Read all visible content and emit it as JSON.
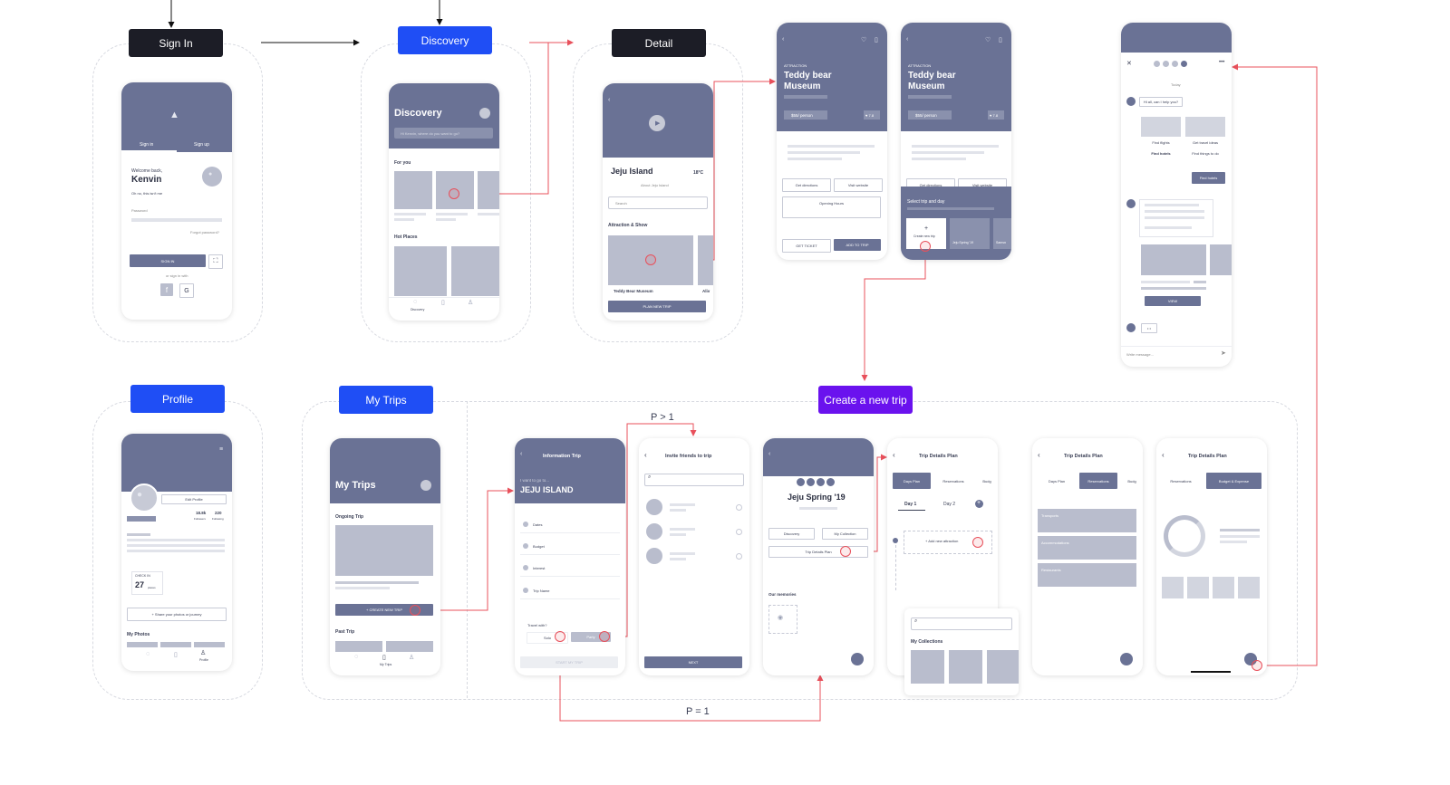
{
  "labels": {
    "signin": "Sign In",
    "discovery": "Discovery",
    "detail": "Detail",
    "profile": "Profile",
    "mytrips": "My Trips",
    "create": "Create a new trip"
  },
  "flow": {
    "p_gt": "P > 1",
    "p_eq": "P = 1"
  },
  "signin": {
    "tab_signin": "Sign in",
    "tab_signup": "Sign up",
    "welcome": "Welcome back,",
    "name": "Kenvin",
    "not_me": "Oh no, this isn't me",
    "password": "Password",
    "forgot": "Forgot password?",
    "button": "SIGN IN",
    "or": "or sign in with",
    "fb": "f",
    "g": "G"
  },
  "discovery": {
    "title": "Discovery",
    "search": "Hi Kenvin, where do you want to go?",
    "for_you": "For you",
    "hot": "Hot Places",
    "nav": "Discovery"
  },
  "detail": {
    "title": "Jeju Island",
    "temp": "18°C",
    "about": "About Jeju Island",
    "search": "Search",
    "section": "Attraction & Show",
    "card1": "Teddy Bear Museum",
    "card2": "Aliv",
    "button": "PLAN NEW TRIP"
  },
  "attraction": {
    "tag": "ATTRACTION",
    "title1": "Teddy bear",
    "title2": "Museum",
    "price": "$55/ person",
    "rating": "♥ 7.8",
    "directions": "Get directions",
    "website": "Visit website",
    "hours": "Opening Hours",
    "ticket": "GET TICKET",
    "add": "ADD TO TRIP",
    "select": "Select trip and day",
    "create": "Create new trip",
    "trip1": "Jeju Spring '19",
    "trip2": "Samsn"
  },
  "chat": {
    "today": "Today",
    "msg1": "Hi all, can I help you?",
    "opt1": "Find flights",
    "opt2": "Find hotels",
    "opt3": "Get travel ideas",
    "opt4": "Find things to do",
    "reply": "Find hotels",
    "more": "• •",
    "input": "Write message...",
    "btn": "VIEW"
  },
  "profile": {
    "edit": "Edit Profile",
    "followers_n": "18.8k",
    "followers": "Followers",
    "following_n": "220",
    "following": "Following",
    "checkin": "CHECK IN",
    "checkin_n": "27",
    "places": "places",
    "share": "+ Share your photos or journey",
    "photos": "My Photos",
    "nav": "Profile"
  },
  "mytrips": {
    "title": "My Trips",
    "ongoing": "Ongoing Trip",
    "create": "+ CREATE NEW TRIP",
    "past": "Past Trip",
    "nav": "My Trips"
  },
  "info": {
    "title": "Information Trip",
    "want": "I want to go to...",
    "dest": "JEJU ISLAND",
    "f1": "Dates",
    "f2": "Budget",
    "f3": "Interest",
    "f4": "Trip Name",
    "travel": "Travel with?",
    "solo": "Solo",
    "party": "Party",
    "start": "START MY TRIP"
  },
  "invite": {
    "title": "Invite friends to trip",
    "next": "NEXT"
  },
  "tripsum": {
    "title": "Jeju Spring '19",
    "discovery": "Discovery",
    "collection": "My Collection",
    "plan": "Trip Details Plan",
    "memories": "Our memories"
  },
  "plan": {
    "title": "Trip Details Plan",
    "days": "Days Plan",
    "res": "Reservations",
    "budget": "Budget & Expense",
    "budget_short": "Budg",
    "day1": "Day 1",
    "day2": "Day 2",
    "add": "+ Add new attraction",
    "transport": "Transports",
    "accom": "Accommodations",
    "rest": "Restaurants",
    "collections": "My Collections"
  }
}
